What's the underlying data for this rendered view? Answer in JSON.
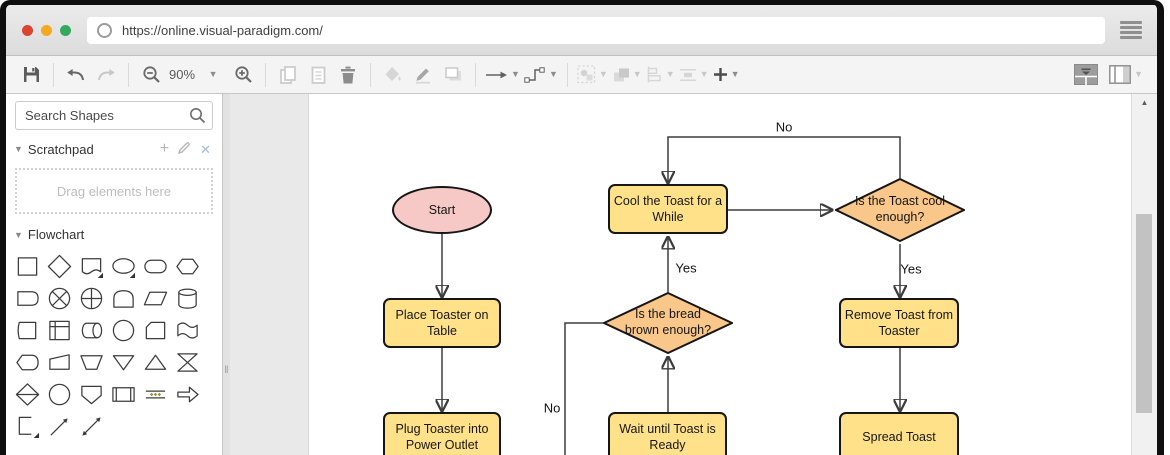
{
  "browser": {
    "url": "https://online.visual-paradigm.com/",
    "traffic_lights": [
      "#dc4432",
      "#f5a91f",
      "#33a95e"
    ]
  },
  "toolbar": {
    "zoom_level": "90%"
  },
  "sidebar": {
    "search_placeholder": "Search Shapes",
    "sections": [
      {
        "label": "Scratchpad"
      },
      {
        "label": "Flowchart"
      }
    ],
    "scratchpad_hint": "Drag elements here",
    "palette_shapes": [
      "rectangle",
      "diamond",
      "document",
      "ellipse",
      "terminator",
      "hexagon",
      "delay",
      "circle-cross",
      "circle-plus",
      "stored-data",
      "parallelogram",
      "database",
      "card-left",
      "internal-storage",
      "direct-data",
      "circle",
      "card",
      "paper-tape",
      "display",
      "manual-operation",
      "trapezoid",
      "triangle-down",
      "triangle-up",
      "collate",
      "decision-line",
      "connector-circle",
      "off-page-connector",
      "predefined-process",
      "transmission",
      "arrow-right",
      "loop-limit",
      "line-arrow",
      "two-way-arrow"
    ]
  },
  "canvas": {
    "nodes": [
      {
        "id": "start",
        "type": "terminal",
        "label": "Start"
      },
      {
        "id": "place",
        "type": "process",
        "label": "Place Toaster on Table"
      },
      {
        "id": "plug",
        "type": "process",
        "label": "Plug Toaster into Power Outlet"
      },
      {
        "id": "bread",
        "type": "decision",
        "label": "Is the bread brown enough?"
      },
      {
        "id": "wait",
        "type": "process",
        "label": "Wait until Toast is Ready"
      },
      {
        "id": "cool",
        "type": "process",
        "label": "Cool the Toast for a While"
      },
      {
        "id": "cool-check",
        "type": "decision",
        "label": "Is the Toast cool enough?"
      },
      {
        "id": "remove",
        "type": "process",
        "label": "Remove Toast from Toaster"
      },
      {
        "id": "spread",
        "type": "process",
        "label": "Spread Toast"
      }
    ],
    "edge_labels": {
      "loop_no": "No",
      "bread_yes": "Yes",
      "bread_no": "No",
      "cool_yes": "Yes"
    }
  },
  "colors": {
    "process_fill": "#FFE18A",
    "decision_fill": "#F8C789",
    "terminal_fill": "#F6C8C6",
    "shape_stroke": "#161616",
    "connector": "#3d3d3d"
  }
}
